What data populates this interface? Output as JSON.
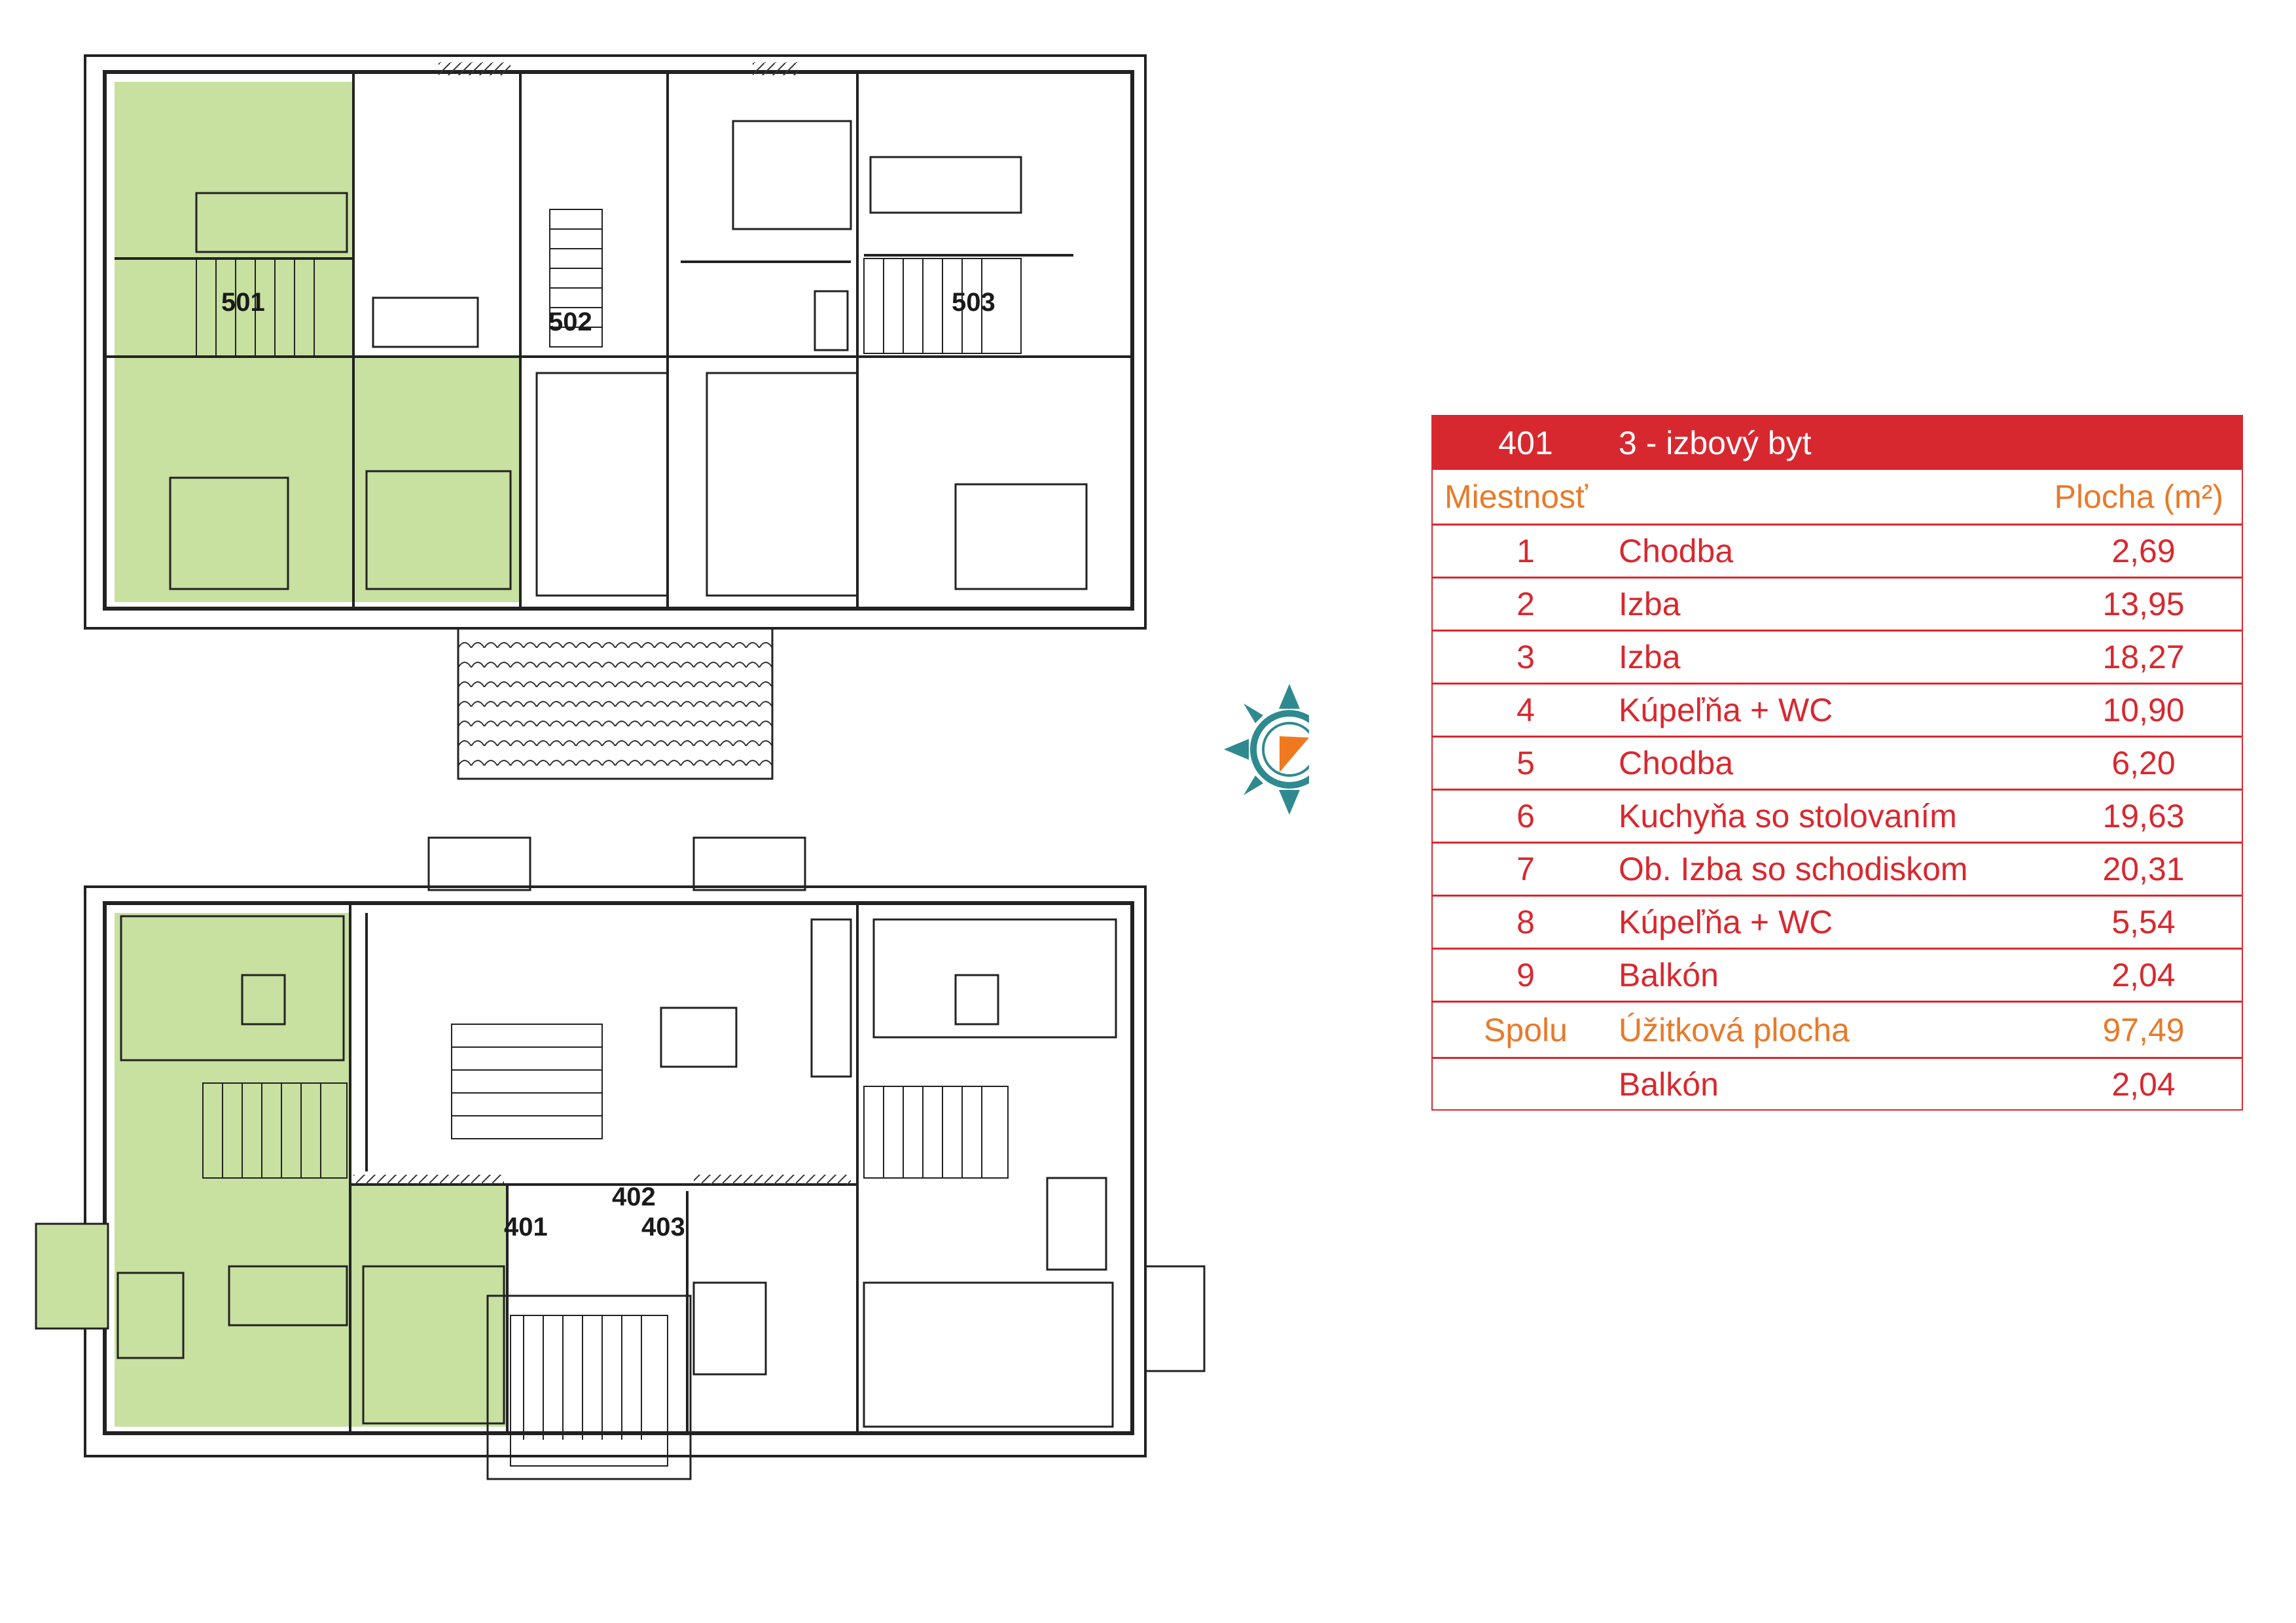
{
  "colors": {
    "accent_red": "#d8282f",
    "accent_orange": "#e87a2a",
    "highlight_green": "#c8e0a0",
    "compass_teal": "#2f8a8f",
    "compass_orange": "#f0781e"
  },
  "plan": {
    "upper_floor_units": [
      "501",
      "502",
      "503"
    ],
    "lower_floor_units": [
      "401",
      "402",
      "403"
    ]
  },
  "table": {
    "unit_number": "401",
    "unit_type": "3 - izbový byt",
    "col_room": "Miestnosť",
    "col_area": "Plocha (m²)",
    "rooms": [
      {
        "no": "1",
        "name": "Chodba",
        "area": "2,69"
      },
      {
        "no": "2",
        "name": "Izba",
        "area": "13,95"
      },
      {
        "no": "3",
        "name": "Izba",
        "area": "18,27"
      },
      {
        "no": "4",
        "name": "Kúpeľňa + WC",
        "area": "10,90"
      },
      {
        "no": "5",
        "name": "Chodba",
        "area": "6,20"
      },
      {
        "no": "6",
        "name": "Kuchyňa so stolovaním",
        "area": "19,63"
      },
      {
        "no": "7",
        "name": "Ob. Izba so schodiskom",
        "area": "20,31"
      },
      {
        "no": "8",
        "name": "Kúpeľňa + WC",
        "area": "5,54"
      },
      {
        "no": "9",
        "name": "Balkón",
        "area": "2,04"
      }
    ],
    "total_label": "Spolu",
    "total_name": "Úžitková plocha",
    "total_area": "97,49",
    "extra_name": "Balkón",
    "extra_area": "2,04"
  }
}
